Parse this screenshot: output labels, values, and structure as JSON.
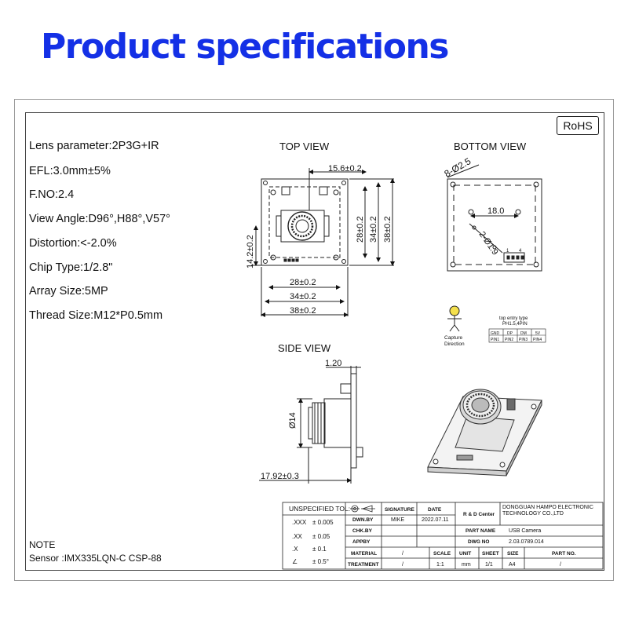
{
  "title": "Product specifications",
  "rohs": "RoHS",
  "specs": [
    "Lens parameter:2P3G+IR",
    "EFL:3.0mm±5%",
    "F.NO:2.4",
    "View Angle:D96°,H88°,V57°",
    "Distortion:<-2.0%",
    "Chip Type:1/2.8\"",
    "Array Size:5MP",
    "Thread Size:M12*P0.5mm"
  ],
  "views": {
    "top": "TOP VIEW",
    "bottom": "BOTTOM VIEW",
    "side": "SIDE VIEW"
  },
  "dimensions": {
    "top_width_lens": "15.6±0.2",
    "top_h1": "14.2±0.2",
    "top_v28": "28±0.2",
    "top_v34": "34±0.2",
    "top_v38": "38±0.2",
    "top_w28": "28±0.2",
    "top_w34": "34±0.2",
    "top_w38": "38±0.2",
    "bottom_hole": "8-Ø2.5",
    "bottom_18": "18.0",
    "bottom_hole2": "2-Ø1.9",
    "side_120": "1.20",
    "side_d14": "Ø14",
    "side_1792": "17.92±0.3"
  },
  "capture": {
    "line1": "Capture",
    "line2": "Direction"
  },
  "connector": {
    "title1": "top entry type",
    "title2": "PH1.5,4PIN",
    "top_row": [
      "GND",
      "DP",
      "DM",
      "5V"
    ],
    "bottom_row": [
      "PIN1",
      "PIN2",
      "PIN3",
      "PIN4"
    ],
    "pin_marks": [
      "1",
      "4"
    ]
  },
  "tolerance": {
    "header": "UNSPECIFIED TOL:",
    "rows": [
      {
        "label": ".XXX",
        "value": "± 0.005"
      },
      {
        "label": ".XX",
        "value": "± 0.05"
      },
      {
        "label": ".X",
        "value": "± 0.1"
      },
      {
        "label": "∠",
        "value": "± 0.5°"
      }
    ]
  },
  "title_block": {
    "h_signature": "SIGNATURE",
    "h_date": "DATE",
    "rd_center": "R & D Center",
    "company": "DONGGUAN HAMPO ELECTRONIC TECHNOLOGY CO.,LTD",
    "dwn_by": "DWN.BY",
    "dwn_name": "MIKE",
    "dwn_date": "2022.07.11",
    "chk_by": "CHK.BY",
    "appby": "APPBY",
    "part_name_label": "PART NAME",
    "part_name": "USB  Camera",
    "dwg_no_label": "DWG NO",
    "dwg_no": "2.03.0789.014",
    "material": "MATERIAL",
    "material_val": "/",
    "treatment": "TREATMENT",
    "treatment_val": "/",
    "scale": "SCALE",
    "scale_val": "1:1",
    "unit": "UNIT",
    "unit_val": "mm",
    "sheet": "SHEET",
    "sheet_val": "1/1",
    "size": "SIZE",
    "size_val": "A4",
    "part_no": "PART NO.",
    "part_no_val": "/"
  },
  "note": {
    "heading": "NOTE",
    "sensor": "Sensor :IMX335LQN-C CSP-88"
  }
}
